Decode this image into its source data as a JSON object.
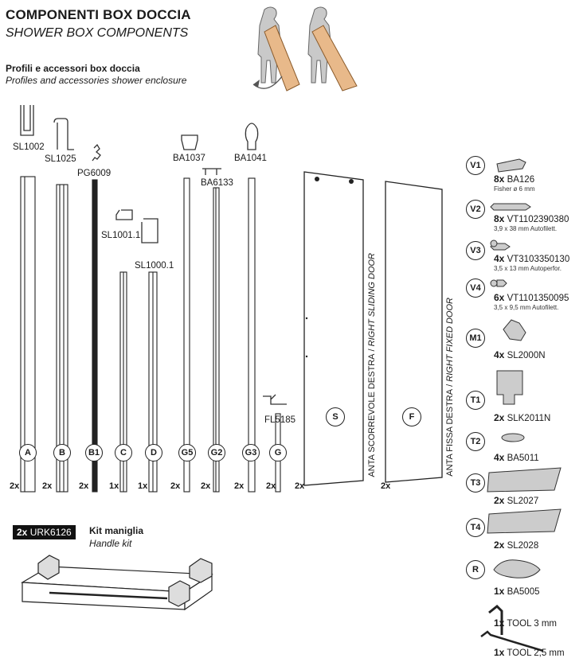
{
  "header": {
    "title_it": "COMPONENTI BOX DOCCIA",
    "title_en": "SHOWER BOX COMPONENTS",
    "section_it": "Profili e accessori box doccia",
    "section_en": "Profiles and accessories shower enclosure"
  },
  "part_codes": {
    "sl1002": "SL1002",
    "sl1025": "SL1025",
    "pg6009": "PG6009",
    "sl1001_1": "SL1001.1",
    "sl1000_1": "SL1000.1",
    "ba1037": "BA1037",
    "ba6133": "BA6133",
    "ba1041": "BA1041",
    "fl5185": "FL5185"
  },
  "profiles": [
    {
      "letter": "A",
      "qty": "2x"
    },
    {
      "letter": "B",
      "qty": "2x"
    },
    {
      "letter": "B1",
      "qty": "2x"
    },
    {
      "letter": "C",
      "qty": "1x"
    },
    {
      "letter": "D",
      "qty": "1x"
    },
    {
      "letter": "G5",
      "qty": "2x"
    },
    {
      "letter": "G2",
      "qty": "2x"
    },
    {
      "letter": "G3",
      "qty": "2x"
    },
    {
      "letter": "G",
      "qty": "2x"
    }
  ],
  "panels": {
    "sliding": {
      "letter": "S",
      "qty": "2x",
      "label_it": "ANTA SCORREVOLE DESTRA",
      "label_sep": " / ",
      "label_en": "RIGHT SLIDING DOOR"
    },
    "fixed": {
      "letter": "F",
      "qty": "2x",
      "label_it": "ANTA FISSA DESTRA",
      "label_sep": " / ",
      "label_en": "RIGHT FIXED DOOR"
    }
  },
  "handle_kit": {
    "qty": "2x",
    "code": "URK6126",
    "label_it": "Kit maniglia",
    "label_en": "Handle kit"
  },
  "hardware": [
    {
      "id": "V1",
      "qty": "8x",
      "code": "BA126",
      "desc": "Fisher ø 6 mm"
    },
    {
      "id": "V2",
      "qty": "8x",
      "code": "VT1102390380",
      "desc": "3,9 x 38 mm Autofilett."
    },
    {
      "id": "V3",
      "qty": "4x",
      "code": "VT3103350130",
      "desc": "3,5 x 13 mm Autoperfor."
    },
    {
      "id": "V4",
      "qty": "6x",
      "code": "VT1101350095",
      "desc": "3,5 x 9,5 mm Autofilett."
    },
    {
      "id": "M1",
      "qty": "4x",
      "code": "SL2000N",
      "desc": ""
    },
    {
      "id": "T1",
      "qty": "2x",
      "code": "SLK2011N",
      "desc": ""
    },
    {
      "id": "T2",
      "qty": "4x",
      "code": "BA5011",
      "desc": ""
    },
    {
      "id": "T3",
      "qty": "2x",
      "code": "SL2027",
      "desc": ""
    },
    {
      "id": "T4",
      "qty": "2x",
      "code": "SL2028",
      "desc": ""
    },
    {
      "id": "R",
      "qty": "1x",
      "code": "BA5005",
      "desc": ""
    },
    {
      "id": "",
      "qty": "1x",
      "code": "TOOL 3 mm",
      "desc": ""
    },
    {
      "id": "",
      "qty": "1x",
      "code": "TOOL 2,5 mm",
      "desc": ""
    }
  ]
}
